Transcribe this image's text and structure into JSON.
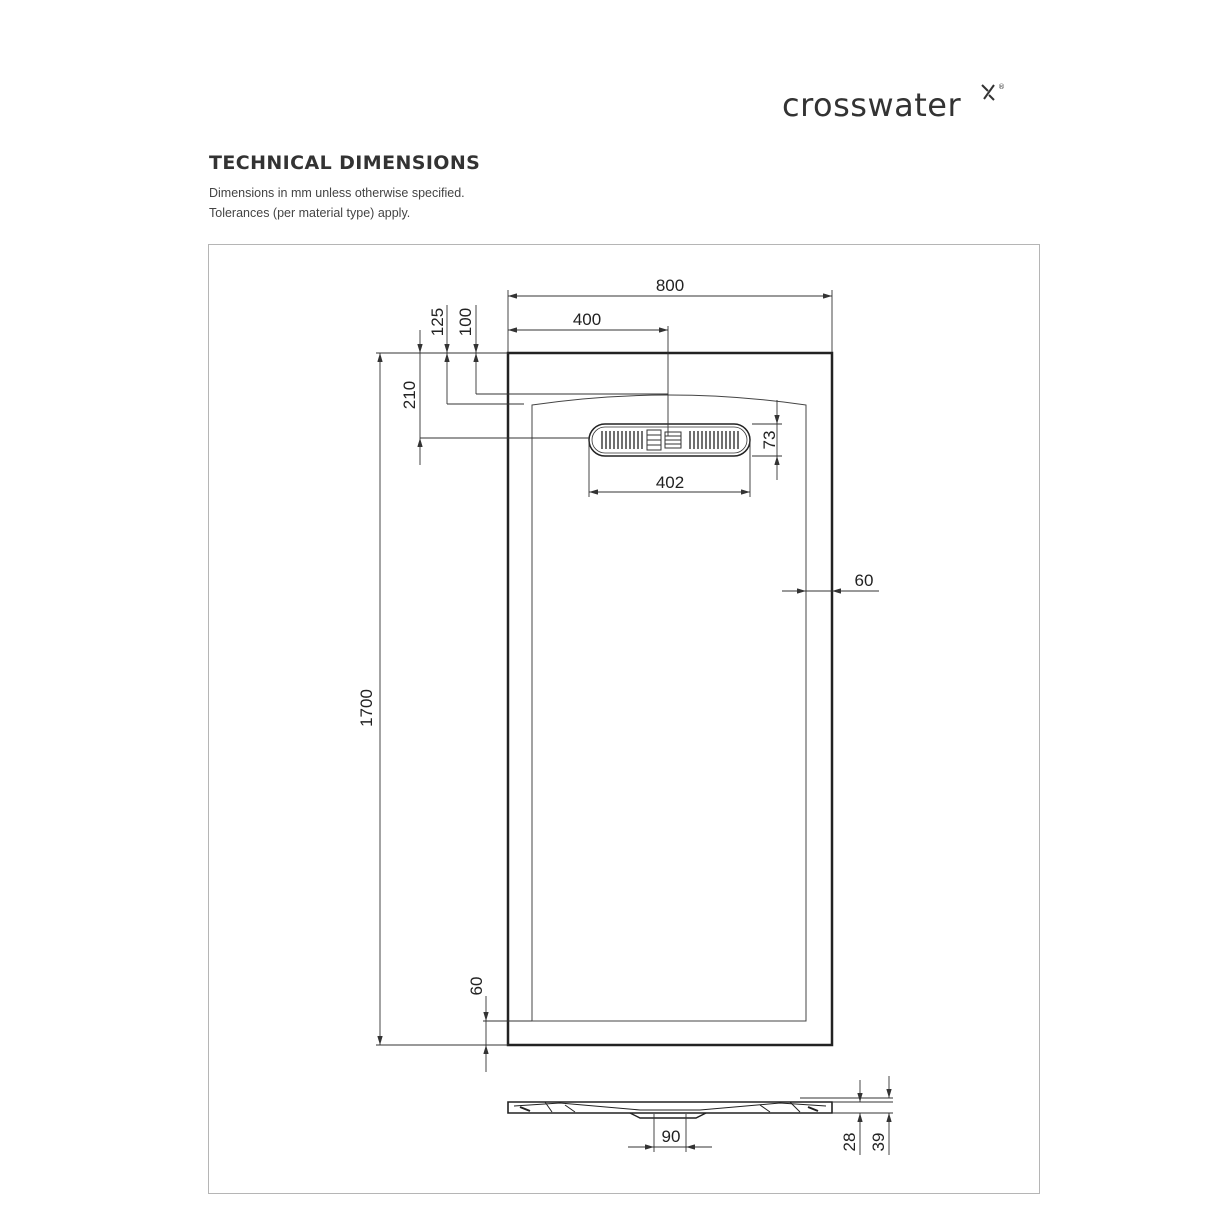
{
  "brand": {
    "name": "crosswater",
    "registered_mark": "®"
  },
  "heading": "TECHNICAL DIMENSIONS",
  "notes": [
    "Dimensions in mm unless otherwise specified.",
    "Tolerances (per material type) apply."
  ],
  "dimensions": {
    "overall_width": "800",
    "waste_offset": "400",
    "drain_top_125": "125",
    "drain_top_100": "100",
    "drain_210": "210",
    "drain_height": "73",
    "drain_width": "402",
    "side_margin": "60",
    "overall_length": "1700",
    "bottom_margin": "60",
    "waste_diameter": "90",
    "edge_height": "28",
    "total_height": "39"
  },
  "colors": {
    "line": "#333333",
    "outline": "#222222",
    "frame": "#b5b5b5"
  }
}
